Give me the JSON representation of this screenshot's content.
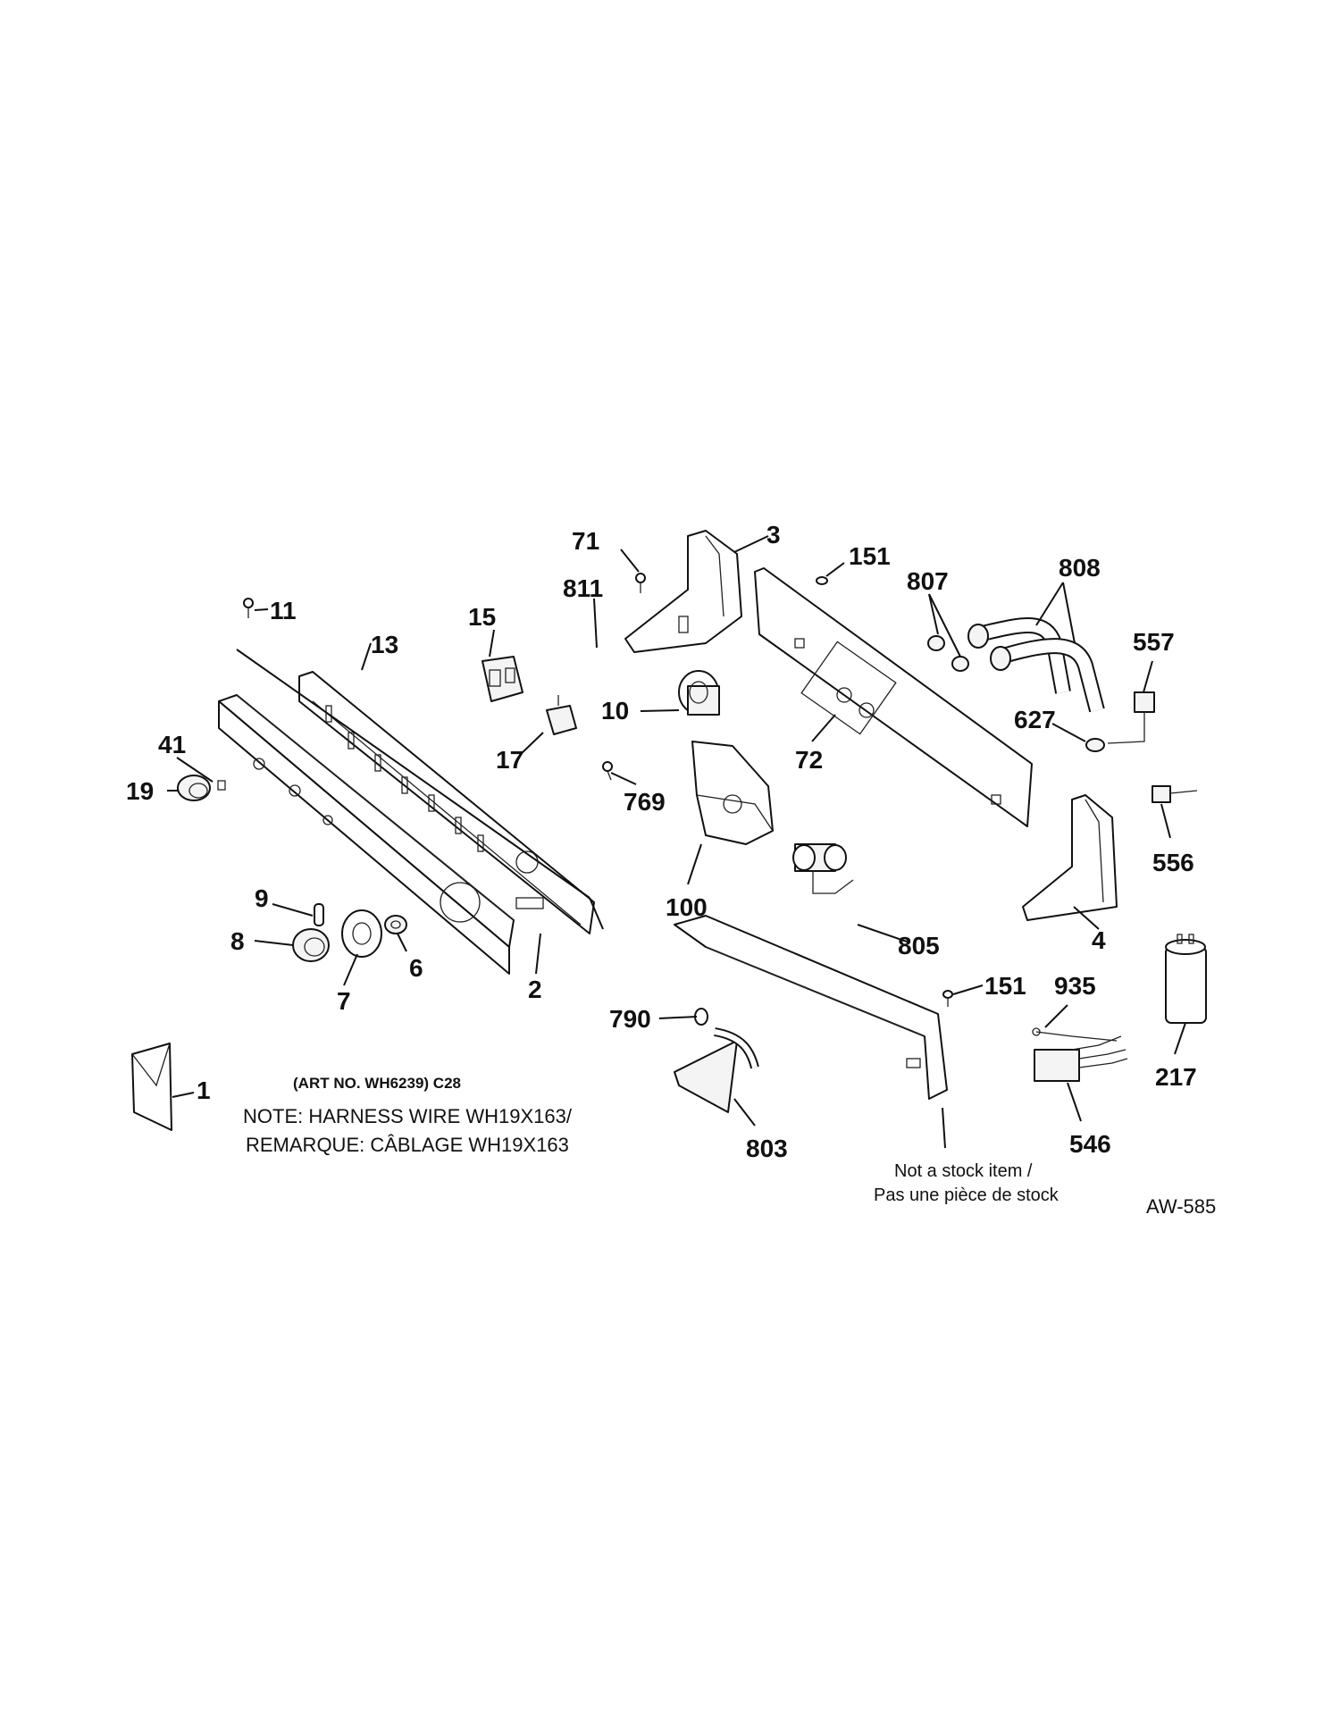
{
  "labels": {
    "l1": "1",
    "l2": "2",
    "l3": "3",
    "l4": "4",
    "l6": "6",
    "l7": "7",
    "l8": "8",
    "l9": "9",
    "l10": "10",
    "l11": "11",
    "l13": "13",
    "l15": "15",
    "l17": "17",
    "l19": "19",
    "l41": "41",
    "l71": "71",
    "l72": "72",
    "l100": "100",
    "l151a": "151",
    "l151b": "151",
    "l217": "217",
    "l546": "546",
    "l556": "556",
    "l557": "557",
    "l627": "627",
    "l769": "769",
    "l790": "790",
    "l803": "803",
    "l805": "805",
    "l807": "807",
    "l808": "808",
    "l811": "811",
    "l935": "935"
  },
  "notes": {
    "art_no": "(ART NO. WH6239) C28",
    "harness_en": "NOTE: HARNESS WIRE WH19X163/",
    "harness_fr": "REMARQUE: CÂBLAGE WH19X163",
    "stock_en": "Not a stock item /",
    "stock_fr": "Pas une pièce de stock",
    "diagram_code": "AW-585"
  }
}
